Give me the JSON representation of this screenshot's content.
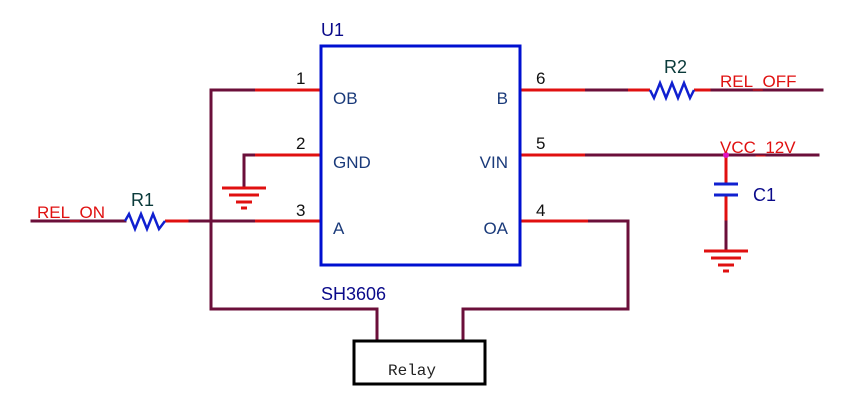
{
  "schematic": {
    "chip": {
      "ref": "U1",
      "part": "SH3606",
      "pins": [
        {
          "num": "1",
          "name": "OB"
        },
        {
          "num": "2",
          "name": "GND"
        },
        {
          "num": "3",
          "name": "A"
        },
        {
          "num": "6",
          "name": "B"
        },
        {
          "num": "5",
          "name": "VIN"
        },
        {
          "num": "4",
          "name": "OA"
        }
      ]
    },
    "resistors": [
      {
        "ref": "R1"
      },
      {
        "ref": "R2"
      }
    ],
    "capacitor": {
      "ref": "C1"
    },
    "nets": {
      "rel_on": "REL_ON",
      "rel_off": "REL_OFF",
      "vcc": "VCC_12V"
    },
    "relay": {
      "label": "Relay"
    },
    "colors": {
      "wire": "#6b0f3a",
      "pin": "#e01010",
      "chip_outline": "#0010d0",
      "component": "#1020d0",
      "net_label": "#e01010"
    }
  }
}
